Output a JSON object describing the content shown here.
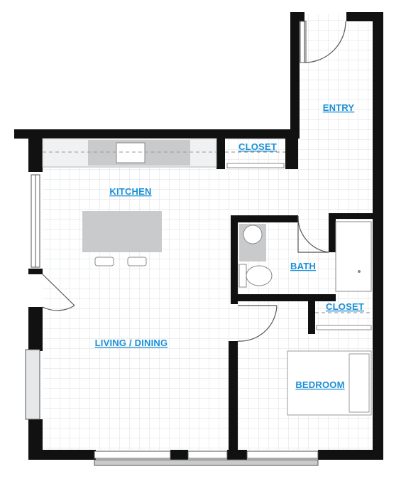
{
  "rooms": {
    "entry": "ENTRY",
    "closet_top": "CLOSET",
    "kitchen": "KITCHEN",
    "bath": "BATH",
    "closet_bedroom": "CLOSET",
    "living_dining": "LIVING / DINING",
    "bedroom": "BEDROOM"
  },
  "colors": {
    "wall": "#111111",
    "grid": "#d9dde2",
    "fixture": "#c9cacc",
    "fixture_line": "#9a9a9a",
    "label": "#1a8fd6"
  }
}
